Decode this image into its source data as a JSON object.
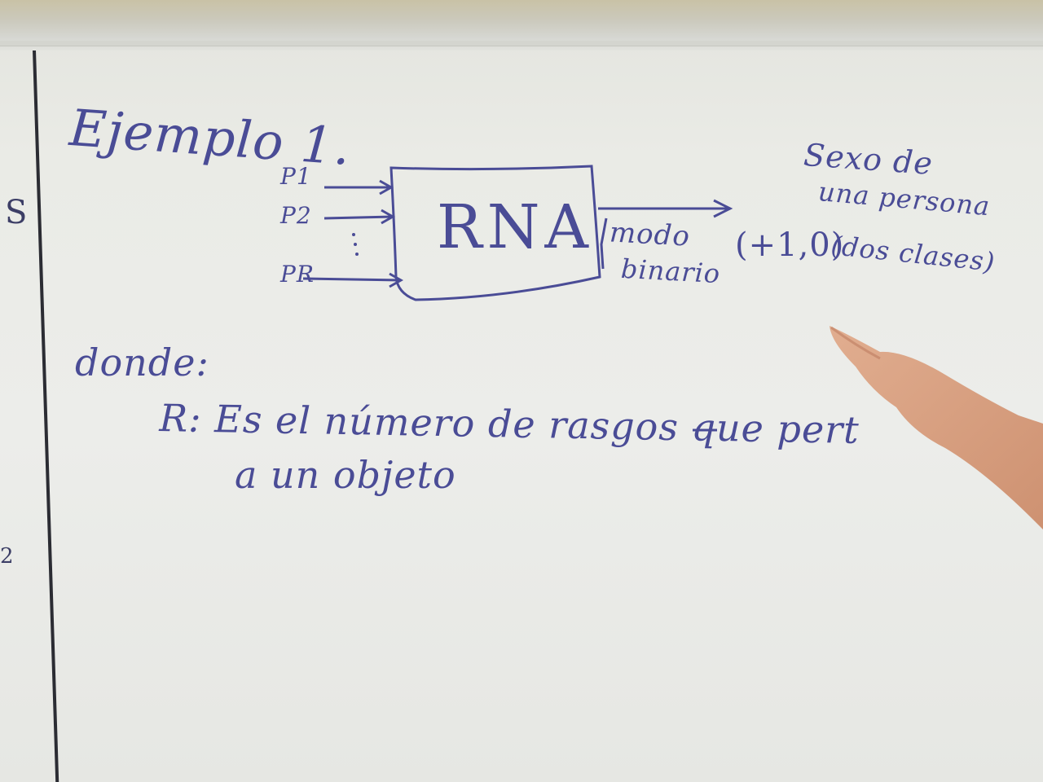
{
  "board": {
    "title": "Ejemplo 1.",
    "left_margin_char": "S",
    "left_margin_mark": "2",
    "diagram": {
      "box_label": "RNA",
      "inputs": [
        "P1",
        "P2",
        "PR"
      ],
      "input_dots": ":",
      "output_label_line1": "modo",
      "output_label_line2": "binario",
      "output_values": "(+1,0)",
      "output_desc_line1": "Sexo de",
      "output_desc_line2": "una persona",
      "output_desc_line3": "(dos clases)"
    },
    "where_label": "donde:",
    "definition_line1": "R: Es el número de rasgos que pert",
    "definition_line2": "a un objeto"
  },
  "colors": {
    "marker": "#4a4c96",
    "board": "#ecedea",
    "skin": "#d79a78"
  }
}
